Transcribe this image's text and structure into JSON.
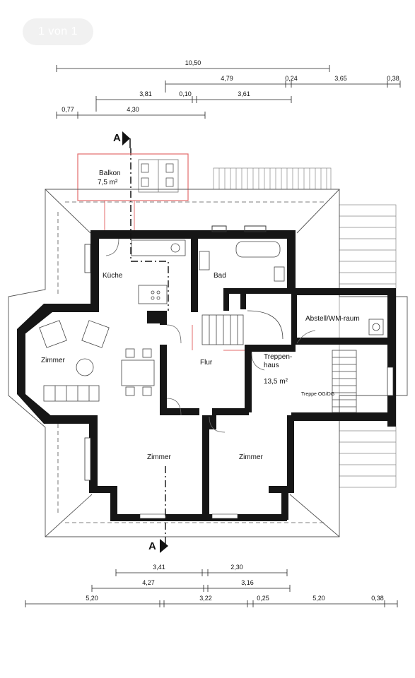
{
  "page_indicator": "1 von 1",
  "section_marker": "A",
  "rooms": {
    "balkon": "Balkon",
    "balkon_area": "7,5 m²",
    "kueche": "Küche",
    "bad": "Bad",
    "abstell": "Abstell/WM-raum",
    "zimmer_left": "Zimmer",
    "flur": "Flur",
    "treppen_1": "Treppen-",
    "treppen_2": "haus",
    "treppen_area": "13,5 m²",
    "treppe_og": "Treppe OG/DG",
    "zimmer_bottom_left": "Zimmer",
    "zimmer_bottom_right": "Zimmer"
  },
  "dims_top": {
    "r1": "10,50",
    "r2a": "4,79",
    "r2b": "0,24",
    "r2c": "3,65",
    "r2d": "0,38",
    "r3a": "3,81",
    "r3b": "0,10",
    "r3c": "3,61",
    "r4a": "0,77",
    "r4b": "4,30"
  },
  "dims_bottom": {
    "r1a": "3,41",
    "r1b": "2,30",
    "r2a": "4,27",
    "r2b": "3,16",
    "r3a": "5,20",
    "r3b": "3,22",
    "r3c": "0,25",
    "r3d": "5,20",
    "r3e": "0,38"
  }
}
